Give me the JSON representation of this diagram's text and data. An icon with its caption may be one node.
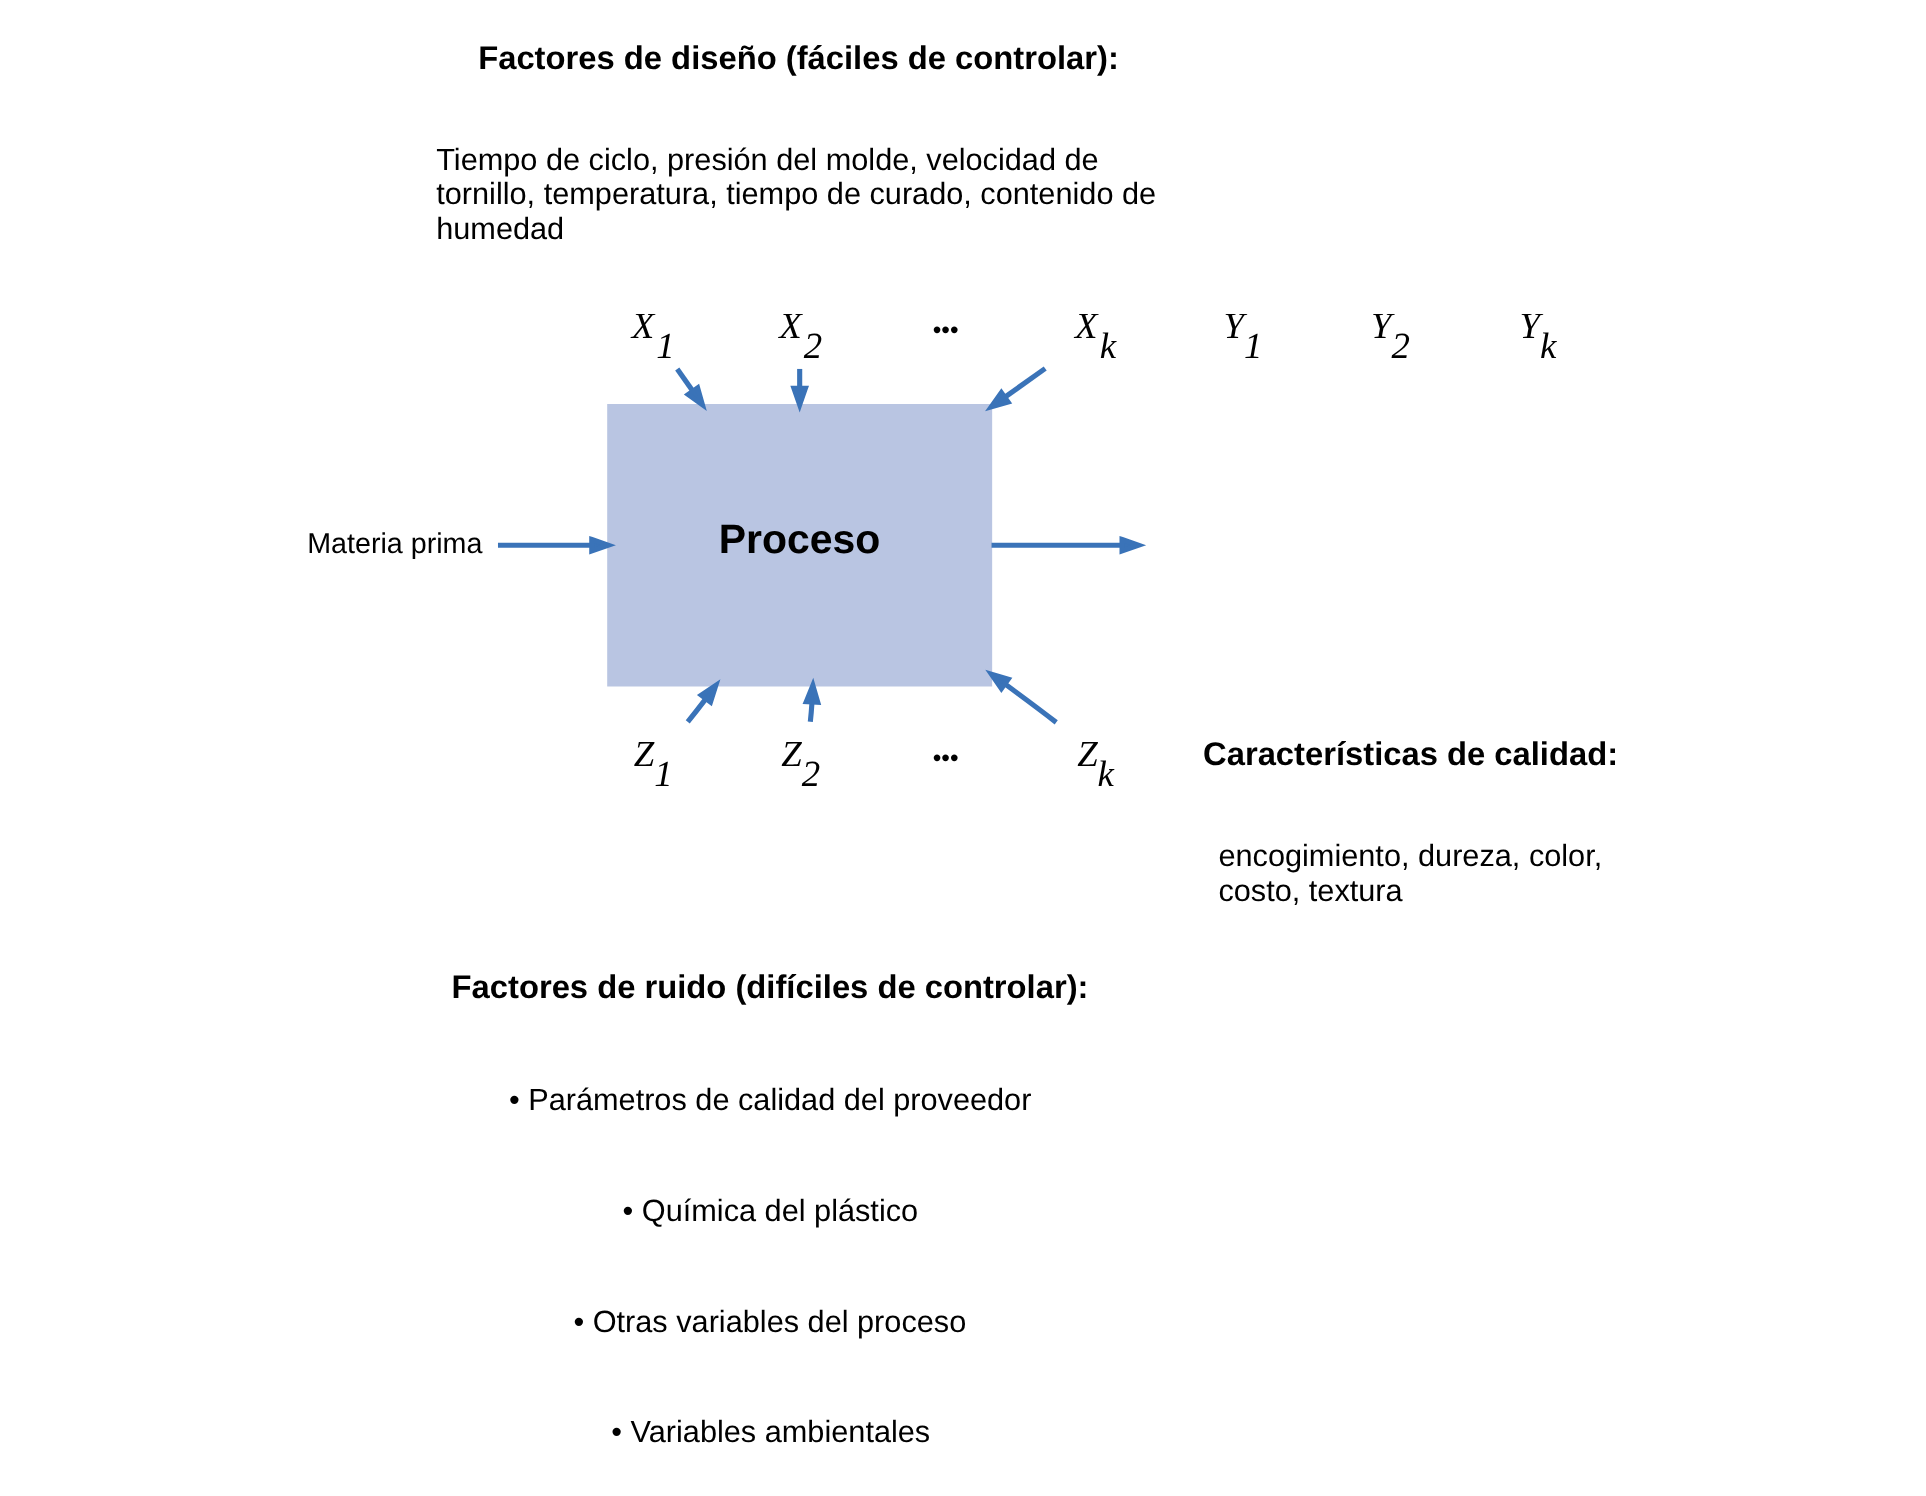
{
  "diagram": {
    "nodes": [
      {
        "text": [
          "X$_{1}$"
        ]
      },
      {
        "text": [
          "X$_{2}$"
        ]
      },
      {
        "text": [
          "X$_{k}$"
        ]
      },
      {
        "text": [
          "Materia prima"
        ]
      },
      {
        "text": [
          "Proceso"
        ]
      },
      {
        "text": [
          "Z$_{1}$"
        ]
      },
      {
        "text": [
          "Z$_{2}$"
        ]
      },
      {
        "text": [
          "Z$_{k}$"
        ]
      }
    ],
    "edges": [
      {
        "from": 0,
        "to": 4,
        "arrow": "to"
      },
      {
        "from": 1,
        "to": 4,
        "arrow": "to"
      },
      {
        "from": 2,
        "to": 4,
        "arrow": "to"
      },
      {
        "from": 3,
        "to": 4,
        "arrow": "to"
      },
      {
        "from": 4,
        "to": null,
        "arrow": "to"
      },
      {
        "from": 5,
        "to": 4,
        "arrow": "to"
      },
      {
        "from": 6,
        "to": 4,
        "arrow": "to"
      },
      {
        "from": 7,
        "to": 4,
        "arrow": "to"
      }
    ],
    "labels": [
      "Factores de diseño (fáciles de controlar):",
      "Tiempo de ciclo, presión del molde, velocidad de tornillo, temperatura, tiempo de curado, contenido de humedad",
      "•••",
      "Y$_{1}$",
      "Y$_{2}$",
      "Y$_{k}$",
      "Características de calidad:",
      "encogimiento, dureza, color, costo, textura",
      "•••",
      "Factores de ruido (difíciles de controlar):",
      "• Parámetros de calidad del proveedor",
      "• Química del plástico",
      "• Otras variables del proceso",
      "• Variables ambientales"
    ]
  }
}
